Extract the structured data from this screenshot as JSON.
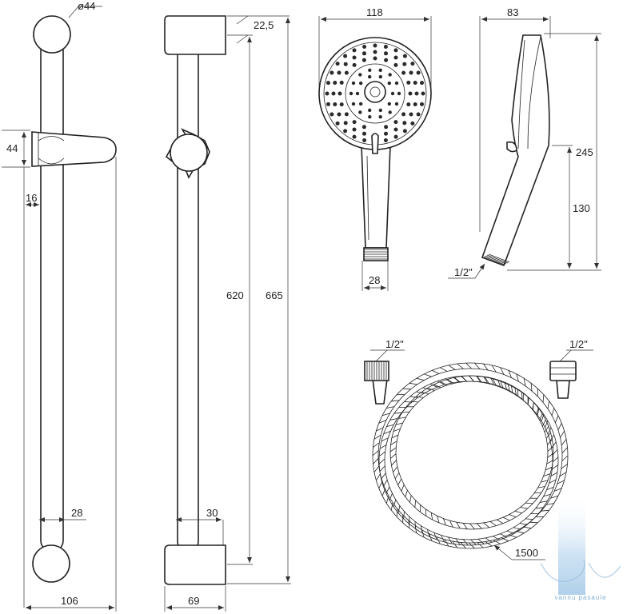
{
  "rail": {
    "dims": {
      "end_diameter": "ø44",
      "slider_height": "44",
      "offset": "16",
      "tube_diameter": "28",
      "total_width": "106"
    }
  },
  "rail_side": {
    "dims": {
      "cap_offset": "22,5",
      "holder_distance": "620",
      "total_length": "665",
      "tube_offset": "30",
      "depth": "69"
    }
  },
  "shower_head": {
    "dims": {
      "width": "118",
      "connector": "28"
    }
  },
  "shower_head_side": {
    "dims": {
      "depth": "83",
      "height": "245",
      "handle_length": "130",
      "thread": "1/2\""
    }
  },
  "hose": {
    "dims": {
      "thread_left": "1/2\"",
      "thread_right": "1/2\"",
      "length": "1500"
    }
  },
  "watermark": {
    "text": "vannu pasaule",
    "color": "#7fb0d8"
  },
  "colors": {
    "line": "#222222",
    "background": "#ffffff"
  }
}
